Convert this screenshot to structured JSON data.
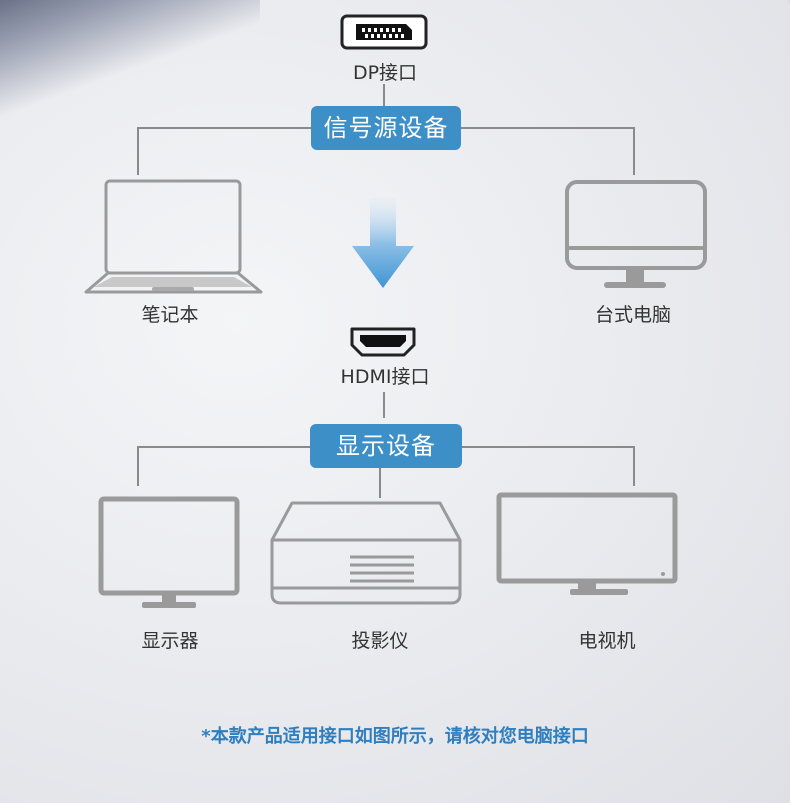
{
  "top_port_label": "DP接口",
  "source_group_label": "信号源设备",
  "source_devices": [
    "笔记本",
    "台式电脑"
  ],
  "middle_port_label": "HDMI接口",
  "display_group_label": "显示设备",
  "display_devices": [
    "显示器",
    "投影仪",
    "电视机"
  ],
  "footer_note": "*本款产品适用接口如图所示，请核对您电脑接口",
  "colors": {
    "accent": "#3d8fc8",
    "arrow": "#4a9ad6",
    "icon_stroke": "#9a9a9a",
    "note": "#2f7fc0"
  },
  "icons": [
    "displayport-icon",
    "laptop-icon",
    "desktop-icon",
    "down-arrow-icon",
    "hdmi-icon",
    "monitor-icon",
    "projector-icon",
    "tv-icon"
  ]
}
